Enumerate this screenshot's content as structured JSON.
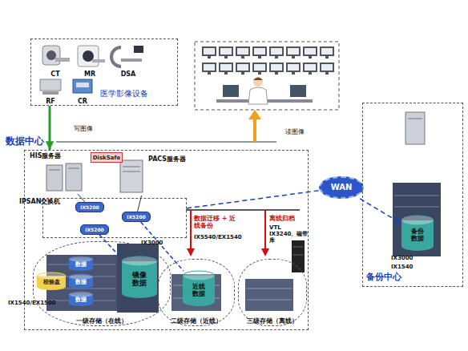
{
  "diagram": {
    "nodes": [
      {
        "text": [
          "医学影像设备"
        ]
      },
      {
        "text": [
          "CT"
        ],
        "in": 0
      },
      {
        "text": [
          "MR"
        ],
        "in": 0
      },
      {
        "text": [
          "DSA"
        ],
        "in": 0
      },
      {
        "text": [
          "RF"
        ],
        "in": 0
      },
      {
        "text": [
          "CR"
        ],
        "in": 0
      },
      {
        "text": [
          "数据中心"
        ]
      },
      {
        "text": [
          "HIS服务器"
        ],
        "in": 6
      },
      {
        "text": [
          "DiskSafe"
        ],
        "in": 6
      },
      {
        "text": [
          "PACS服务器"
        ],
        "in": 6
      },
      {
        "text": [
          "IPSAN交换机"
        ],
        "in": 6
      },
      {
        "text": [
          "IX5200"
        ],
        "in": 10
      },
      {
        "text": [
          "IX5200"
        ],
        "in": 10
      },
      {
        "text": [
          "IX5200"
        ],
        "in": 10
      },
      {
        "text": [
          "一级存储（在线）"
        ],
        "in": 6
      },
      {
        "text": [
          "校验盘"
        ],
        "in": 14
      },
      {
        "text": [
          "数据"
        ],
        "in": 14
      },
      {
        "text": [
          "数据"
        ],
        "in": 14
      },
      {
        "text": [
          "数据"
        ],
        "in": 14
      },
      {
        "text": [
          "镜像 数据"
        ],
        "in": 14
      },
      {
        "text": [
          "二级存储（近线）"
        ],
        "in": 6
      },
      {
        "text": [
          "近线 数据"
        ],
        "in": 20
      },
      {
        "text": [
          "三级存储（离线）"
        ],
        "in": 6
      },
      {
        "text": [
          "WAN"
        ]
      },
      {
        "text": [
          "备份中心"
        ]
      },
      {
        "text": [
          "备份 数据"
        ],
        "in": 24
      }
    ],
    "edges": [
      {
        "from": 0,
        "to": 6,
        "arrow": "to",
        "label": "写图像"
      },
      {
        "from": 7,
        "to": 11,
        "arrow": "none"
      },
      {
        "from": 9,
        "to": 12,
        "arrow": "none"
      },
      {
        "from": 13,
        "to": 19,
        "arrow": "none"
      },
      {
        "from": 12,
        "to": 21,
        "arrow": "none"
      },
      {
        "from": 10,
        "to": 23,
        "arrow": "none"
      },
      {
        "from": 23,
        "to": 25,
        "arrow": "to"
      }
    ],
    "labels": [
      "读图像",
      "IX1540/EX1500",
      "IX3000",
      "数据迁移 + 近线备份",
      "IX5540/EX1540",
      "离线归档",
      "VTL IX3240、磁带库",
      "IX3000",
      "IX1540"
    ]
  }
}
